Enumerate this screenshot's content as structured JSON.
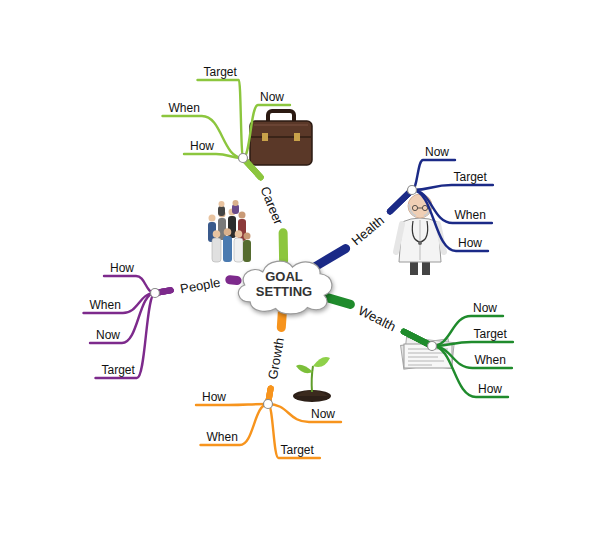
{
  "diagram": {
    "nodes": [
      {
        "text": [
          "GOAL SETTING"
        ]
      },
      {
        "text": [
          "Career"
        ]
      },
      {
        "text": [
          "Target"
        ]
      },
      {
        "text": [
          "Now"
        ]
      },
      {
        "text": [
          "When"
        ]
      },
      {
        "text": [
          "How"
        ]
      },
      {
        "text": [
          "Health"
        ]
      },
      {
        "text": [
          "Now"
        ]
      },
      {
        "text": [
          "Target"
        ]
      },
      {
        "text": [
          "When"
        ]
      },
      {
        "text": [
          "How"
        ]
      },
      {
        "text": [
          "Wealth"
        ]
      },
      {
        "text": [
          "Now"
        ]
      },
      {
        "text": [
          "Target"
        ]
      },
      {
        "text": [
          "When"
        ]
      },
      {
        "text": [
          "How"
        ]
      },
      {
        "text": [
          "Growth"
        ]
      },
      {
        "text": [
          "How"
        ]
      },
      {
        "text": [
          "Now"
        ]
      },
      {
        "text": [
          "When"
        ]
      },
      {
        "text": [
          "Target"
        ]
      },
      {
        "text": [
          "People"
        ]
      },
      {
        "text": [
          "How"
        ]
      },
      {
        "text": [
          "When"
        ]
      },
      {
        "text": [
          "Now"
        ]
      },
      {
        "text": [
          "Target"
        ]
      }
    ],
    "edges": [
      {
        "from": 0,
        "to": 1,
        "arrow": "none"
      },
      {
        "from": 1,
        "to": 2,
        "arrow": "none"
      },
      {
        "from": 1,
        "to": 3,
        "arrow": "none"
      },
      {
        "from": 1,
        "to": 4,
        "arrow": "none"
      },
      {
        "from": 1,
        "to": 5,
        "arrow": "none"
      },
      {
        "from": 0,
        "to": 6,
        "arrow": "none"
      },
      {
        "from": 6,
        "to": 7,
        "arrow": "none"
      },
      {
        "from": 6,
        "to": 8,
        "arrow": "none"
      },
      {
        "from": 6,
        "to": 9,
        "arrow": "none"
      },
      {
        "from": 6,
        "to": 10,
        "arrow": "none"
      },
      {
        "from": 0,
        "to": 11,
        "arrow": "none"
      },
      {
        "from": 11,
        "to": 12,
        "arrow": "none"
      },
      {
        "from": 11,
        "to": 13,
        "arrow": "none"
      },
      {
        "from": 11,
        "to": 14,
        "arrow": "none"
      },
      {
        "from": 11,
        "to": 15,
        "arrow": "none"
      },
      {
        "from": 0,
        "to": 16,
        "arrow": "none"
      },
      {
        "from": 16,
        "to": 17,
        "arrow": "none"
      },
      {
        "from": 16,
        "to": 18,
        "arrow": "none"
      },
      {
        "from": 16,
        "to": 19,
        "arrow": "none"
      },
      {
        "from": 16,
        "to": 20,
        "arrow": "none"
      },
      {
        "from": 0,
        "to": 21,
        "arrow": "none"
      },
      {
        "from": 21,
        "to": 22,
        "arrow": "none"
      },
      {
        "from": 21,
        "to": 23,
        "arrow": "none"
      },
      {
        "from": 21,
        "to": 24,
        "arrow": "none"
      },
      {
        "from": 21,
        "to": 25,
        "arrow": "none"
      }
    ]
  }
}
